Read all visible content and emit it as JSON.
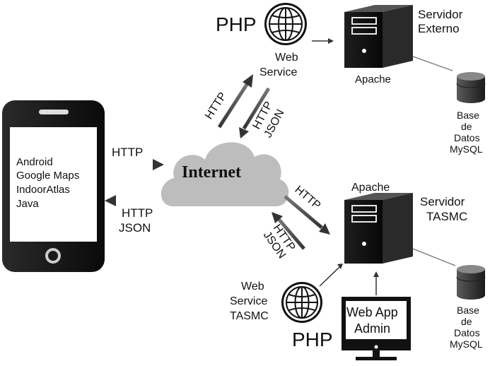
{
  "phone": {
    "lines": [
      "Android",
      "Google Maps",
      "IndoorAtlas",
      "Java"
    ]
  },
  "cloud": {
    "label": "Internet"
  },
  "links": {
    "phone_to_internet": "HTTP",
    "internet_to_phone": [
      "HTTP",
      "JSON"
    ],
    "internet_to_ws_ext": "HTTP",
    "ws_ext_to_internet": [
      "HTTP",
      "JSON"
    ],
    "internet_to_tasmc": "HTTP",
    "tasmc_to_internet": [
      "HTTP",
      "JSON"
    ]
  },
  "top_webservice": {
    "php": "PHP",
    "lines": [
      "Web",
      "Service"
    ]
  },
  "external_server": {
    "title": [
      "Servidor",
      "Externo"
    ],
    "apache": "Apache",
    "database": [
      "Base",
      "de",
      "Datos",
      "MySQL"
    ]
  },
  "tasmc_server": {
    "apache": "Apache",
    "title": [
      "Servidor",
      "TASMC"
    ],
    "database": [
      "Base",
      "de",
      "Datos",
      "MySQL"
    ]
  },
  "bottom_webservice": {
    "lines": [
      "Web",
      "Service",
      "TASMC"
    ],
    "php": "PHP"
  },
  "admin": {
    "lines": [
      "Web App",
      "Admin"
    ]
  },
  "icons": [
    "smartphone-icon",
    "cloud-icon",
    "globe-icon",
    "server-icon",
    "database-icon",
    "monitor-icon"
  ]
}
